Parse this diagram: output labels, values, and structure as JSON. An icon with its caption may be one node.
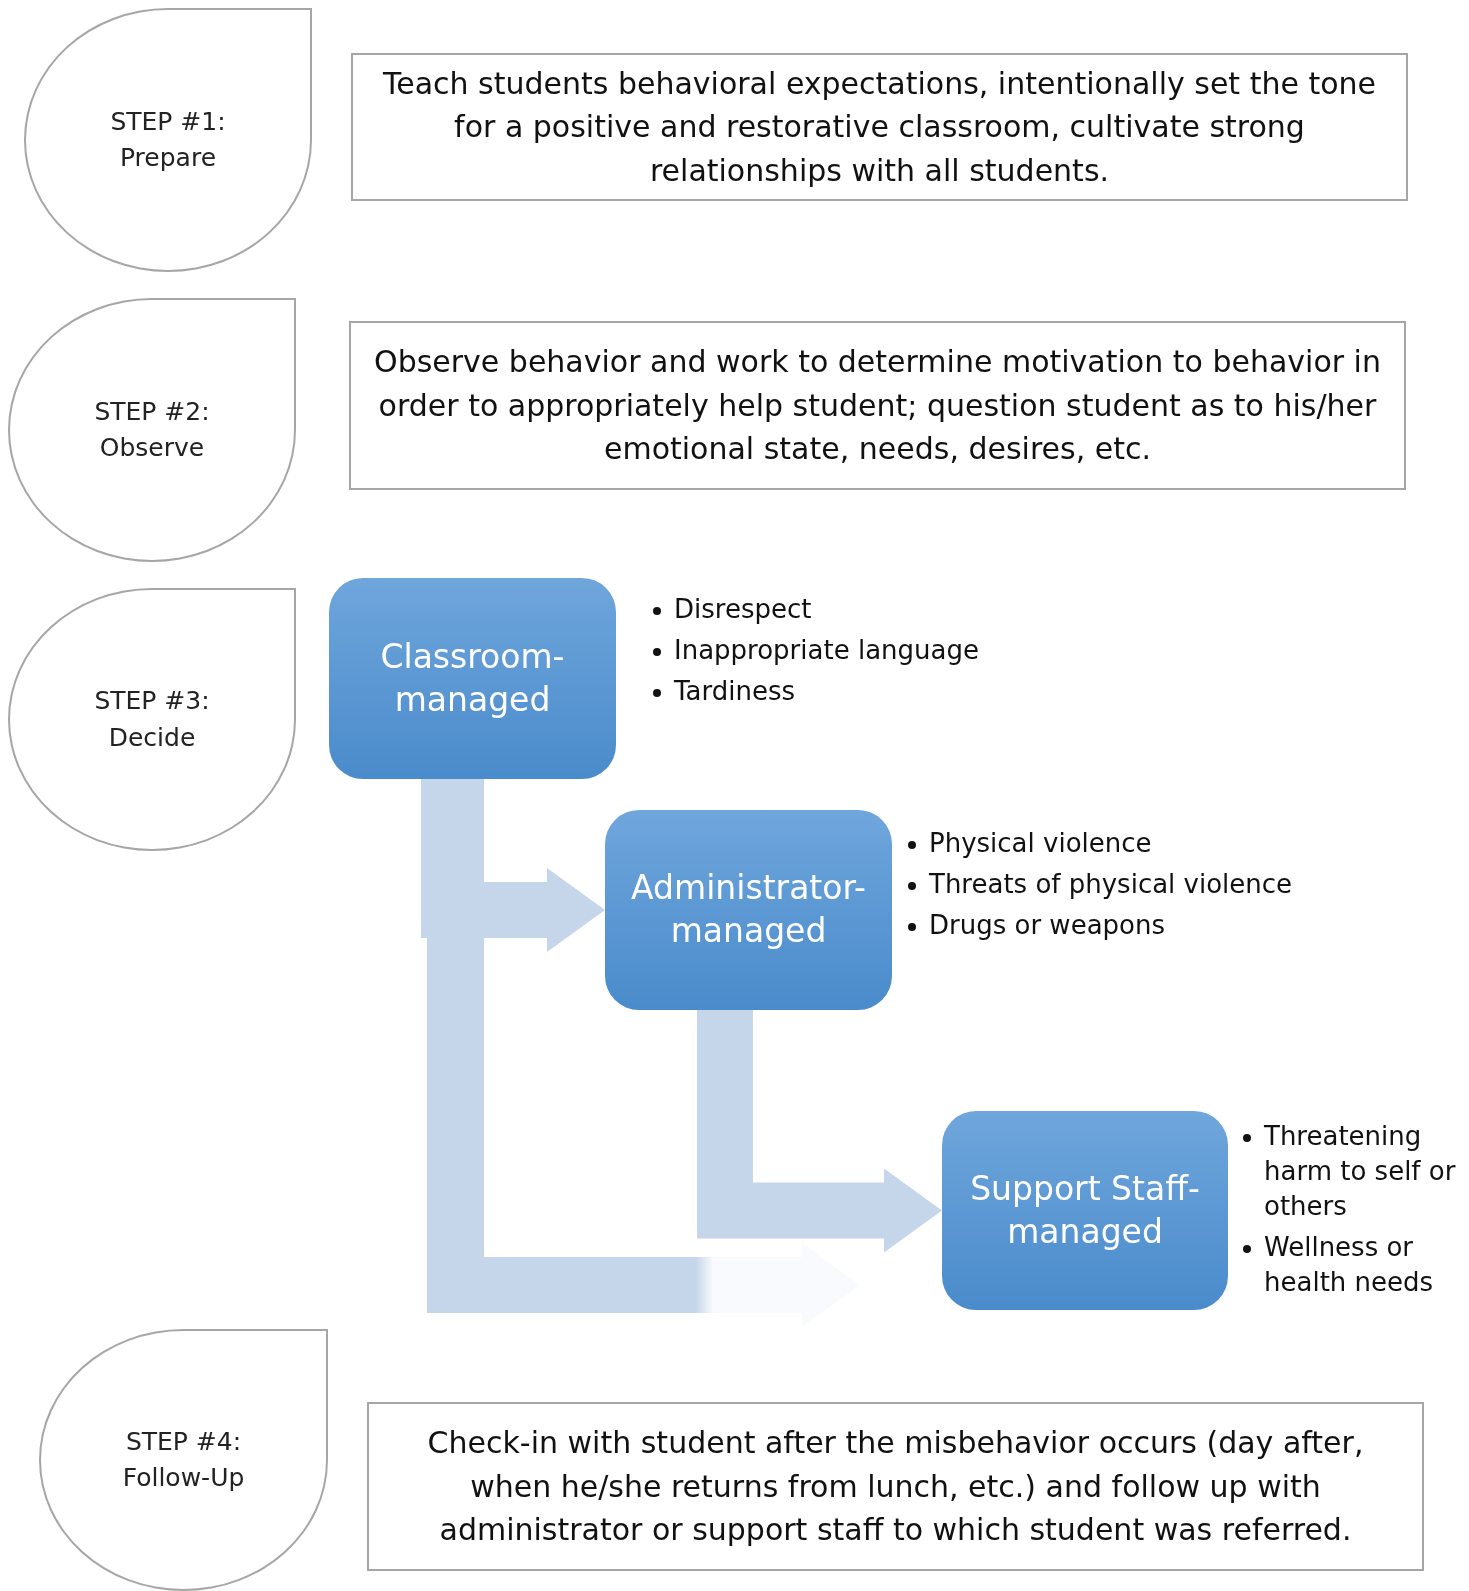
{
  "diagram": {
    "nodes": [
      {
        "text": [
          "STEP #1: Prepare"
        ]
      },
      {
        "text": [
          "Teach students behavioral expectations, intentionally set the tone for a positive and restorative classroom, cultivate strong relationships with all students."
        ]
      },
      {
        "text": [
          "STEP #2: Observe"
        ]
      },
      {
        "text": [
          "Observe behavior and work to determine motivation to behavior in order to appropriately help student; question student as to his/her emotional state, needs, desires, etc."
        ]
      },
      {
        "text": [
          "STEP #3: Decide"
        ]
      },
      {
        "text": [
          "Classroom-managed"
        ],
        "beside": [
          "Disrespect",
          "Inappropriate language",
          "Tardiness"
        ]
      },
      {
        "text": [
          "Administrator-managed"
        ],
        "beside": [
          "Physical violence",
          "Threats of physical violence",
          "Drugs or weapons"
        ]
      },
      {
        "text": [
          "Support Staff-managed"
        ],
        "beside": [
          "Threatening harm to self or others",
          "Wellness or health needs"
        ]
      },
      {
        "text": [
          "STEP #4: Follow-Up"
        ]
      },
      {
        "text": [
          "Check-in with student after the misbehavior occurs (day after, when he/she returns from lunch, etc.) and follow up with administrator or support staff to which student was referred."
        ]
      }
    ],
    "edges": [
      {
        "from": 5,
        "to": 6,
        "arrow": "to"
      },
      {
        "from": 6,
        "to": 7,
        "arrow": "to"
      },
      {
        "from": 5,
        "to": null,
        "arrow": "to"
      }
    ]
  }
}
